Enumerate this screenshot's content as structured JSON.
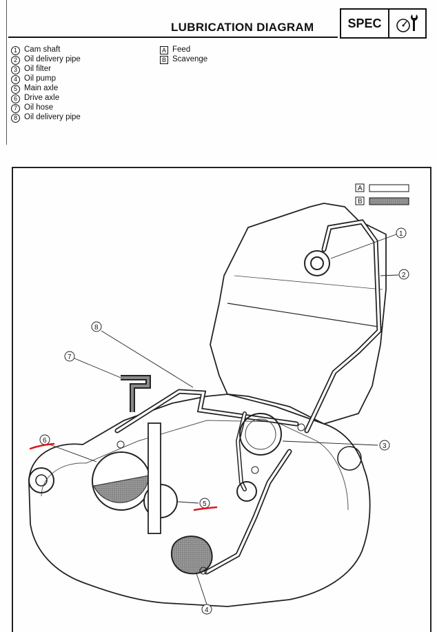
{
  "header": {
    "title": "LUBRICATION DIAGRAM",
    "spec_label": "SPEC",
    "spec_icon": "gauge-wrench-icon"
  },
  "legend": {
    "items": [
      {
        "num": "1",
        "label": "Cam shaft"
      },
      {
        "num": "2",
        "label": "Oil delivery pipe"
      },
      {
        "num": "3",
        "label": "Oil filter"
      },
      {
        "num": "4",
        "label": "Oil pump"
      },
      {
        "num": "5",
        "label": "Main axle"
      },
      {
        "num": "6",
        "label": "Drive axle"
      },
      {
        "num": "7",
        "label": "Oil hose"
      },
      {
        "num": "8",
        "label": "Oil delivery pipe"
      }
    ],
    "flow": [
      {
        "key": "A",
        "label": "Feed"
      },
      {
        "key": "B",
        "label": "Scavenge"
      }
    ]
  },
  "diagram": {
    "key_a": "A",
    "key_b": "B",
    "callouts": [
      "1",
      "2",
      "3",
      "4",
      "5",
      "6",
      "7",
      "8"
    ],
    "annotation_color": "#e0141c",
    "feed_color": "#ffffff",
    "scavenge_color": "#8a8a8a"
  }
}
